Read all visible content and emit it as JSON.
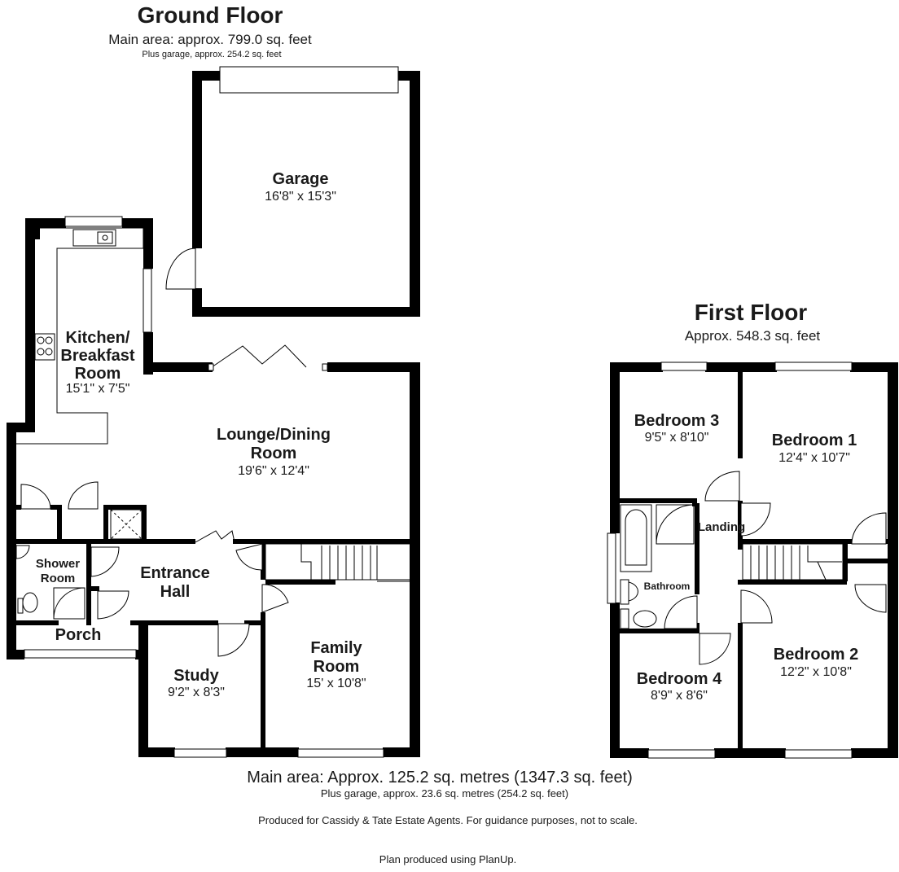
{
  "ground_floor": {
    "title": "Ground Floor",
    "main_area": "Main area: approx. 799.0 sq. feet",
    "garage_area": "Plus garage, approx. 254.2 sq. feet"
  },
  "first_floor": {
    "title": "First Floor",
    "area": "Approx. 548.3 sq. feet"
  },
  "rooms": {
    "garage": {
      "name": "Garage",
      "dims": "16'8\" x 15'3\""
    },
    "kitchen": {
      "name_line1": "Kitchen/",
      "name_line2": "Breakfast",
      "name_line3": "Room",
      "dims": "15'1\" x 7'5\""
    },
    "lounge": {
      "name_line1": "Lounge/Dining",
      "name_line2": "Room",
      "dims": "19'6\" x 12'4\""
    },
    "shower": {
      "name_line1": "Shower",
      "name_line2": "Room"
    },
    "entrance": {
      "name_line1": "Entrance",
      "name_line2": "Hall"
    },
    "porch": {
      "name": "Porch"
    },
    "study": {
      "name": "Study",
      "dims": "9'2\" x 8'3\""
    },
    "family": {
      "name_line1": "Family",
      "name_line2": "Room",
      "dims": "15' x 10'8\""
    },
    "bedroom3": {
      "name": "Bedroom 3",
      "dims": "9'5\" x 8'10\""
    },
    "bedroom1": {
      "name": "Bedroom 1",
      "dims": "12'4\" x 10'7\""
    },
    "landing": {
      "name": "Landing"
    },
    "bathroom": {
      "name": "Bathroom"
    },
    "bedroom4": {
      "name": "Bedroom 4",
      "dims": "8'9\" x 8'6\""
    },
    "bedroom2": {
      "name": "Bedroom 2",
      "dims": "12'2\" x 10'8\""
    }
  },
  "footer": {
    "total": "Main area: Approx. 125.2 sq. metres (1347.3 sq. feet)",
    "garage": "Plus garage, approx. 23.6 sq. metres (254.2 sq. feet)",
    "produced_for": "Produced for Cassidy & Tate Estate Agents. For guidance purposes, not to scale.",
    "planup": "Plan produced using PlanUp."
  }
}
